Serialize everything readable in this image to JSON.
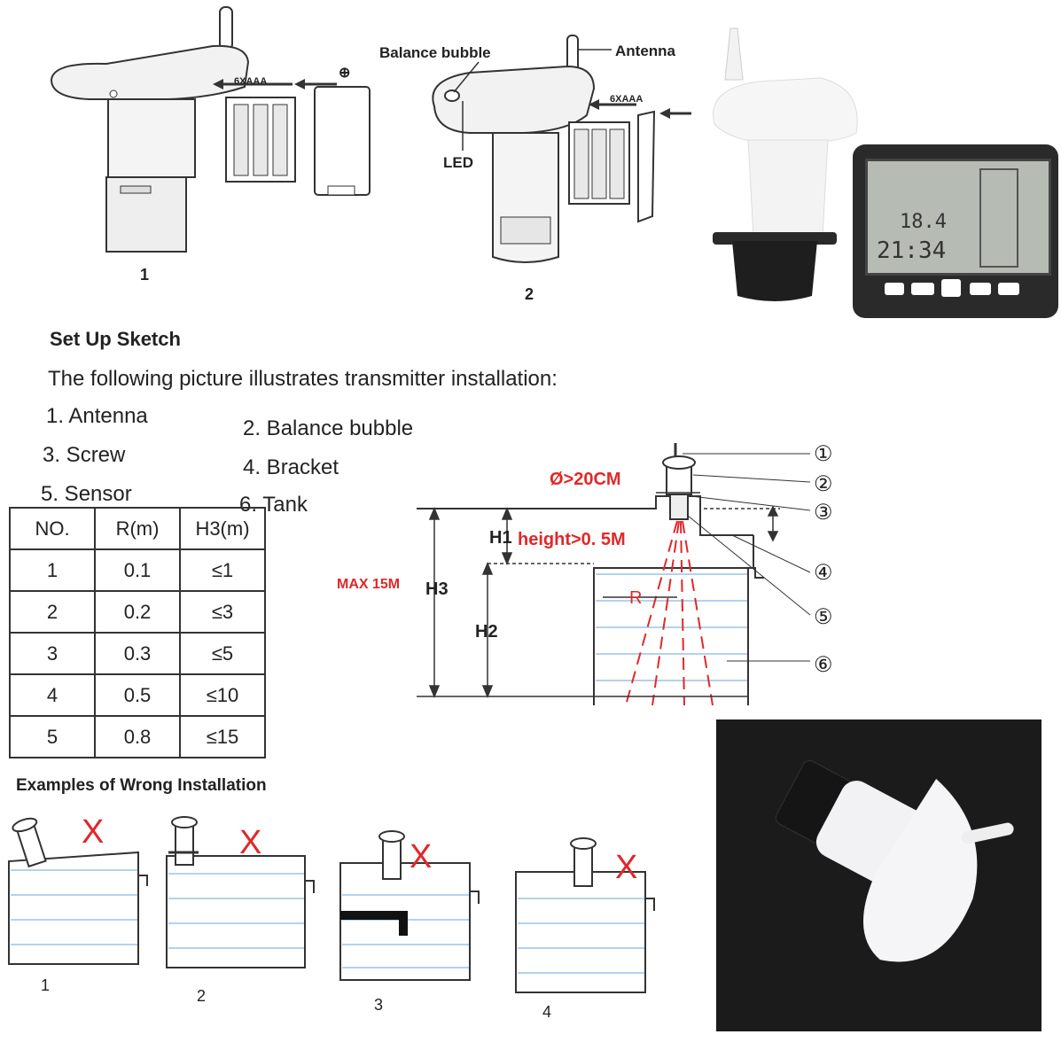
{
  "top_figures": {
    "fig1_label": "1",
    "fig1_battery": "6XAAA",
    "fig1_cover_symbol": "⊕",
    "fig2_label": "2",
    "fig2_battery": "6XAAA",
    "balance_bubble": "Balance bubble",
    "antenna": "Antenna",
    "led": "LED"
  },
  "display_unit": {
    "reading_top": "18.4",
    "reading_time": "21:34"
  },
  "setup": {
    "title": "Set Up Sketch",
    "intro": "The following picture illustrates transmitter installation:",
    "items": [
      "1. Antenna",
      "2. Balance bubble",
      "3. Screw",
      "4. Bracket",
      "5. Sensor",
      "6. Tank"
    ]
  },
  "table": {
    "headers": [
      "NO.",
      "R(m)",
      "H3(m)"
    ],
    "rows": [
      [
        "1",
        "0.1",
        "≤1"
      ],
      [
        "2",
        "0.2",
        "≤3"
      ],
      [
        "3",
        "0.3",
        "≤5"
      ],
      [
        "4",
        "0.5",
        "≤10"
      ],
      [
        "5",
        "0.8",
        "≤15"
      ]
    ]
  },
  "diagram": {
    "diameter": "Ø>20CM",
    "h1": "H1",
    "height_note": "height>0. 5M",
    "max": "MAX 15M",
    "h3": "H3",
    "h2": "H2",
    "r": "R",
    "callouts": [
      "①",
      "②",
      "③",
      "④",
      "⑤",
      "⑥"
    ]
  },
  "wrong": {
    "title": "Examples of Wrong Installation",
    "labels": [
      "1",
      "2",
      "3",
      "4"
    ],
    "mark": "X"
  },
  "colors": {
    "accent_red": "#e0282a",
    "water_blue": "#9cc3e8",
    "photo_bg": "#1b1b1b"
  }
}
